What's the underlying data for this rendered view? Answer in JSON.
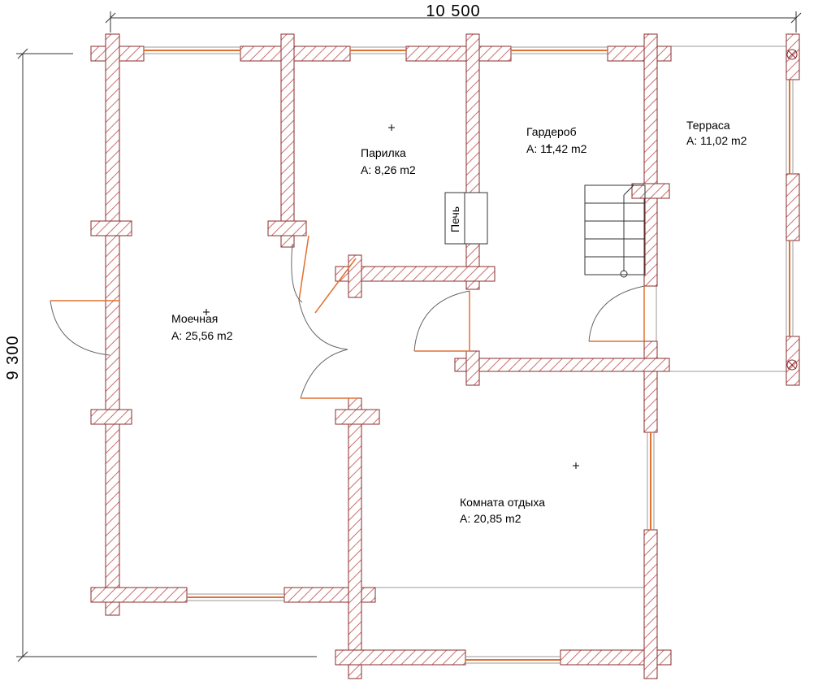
{
  "dimensions": {
    "width_label": "10 500",
    "height_label": "9 300"
  },
  "rooms": [
    {
      "name": "Парилка",
      "area": "A: 8,26 m2"
    },
    {
      "name": "Гардероб",
      "area": "A: 11,42 m2"
    },
    {
      "name": "Терраса",
      "area": "A: 11,02 m2"
    },
    {
      "name": "Моечная",
      "area": "A: 25,56 m2"
    },
    {
      "name": "Комната отдыха",
      "area": "A: 20,85 m2"
    }
  ],
  "stove_label": "Печь",
  "colors": {
    "wall_outline": "#8a2b2b",
    "wall_hatch": "#c97070",
    "window": "#e07030",
    "line": "#555555"
  }
}
